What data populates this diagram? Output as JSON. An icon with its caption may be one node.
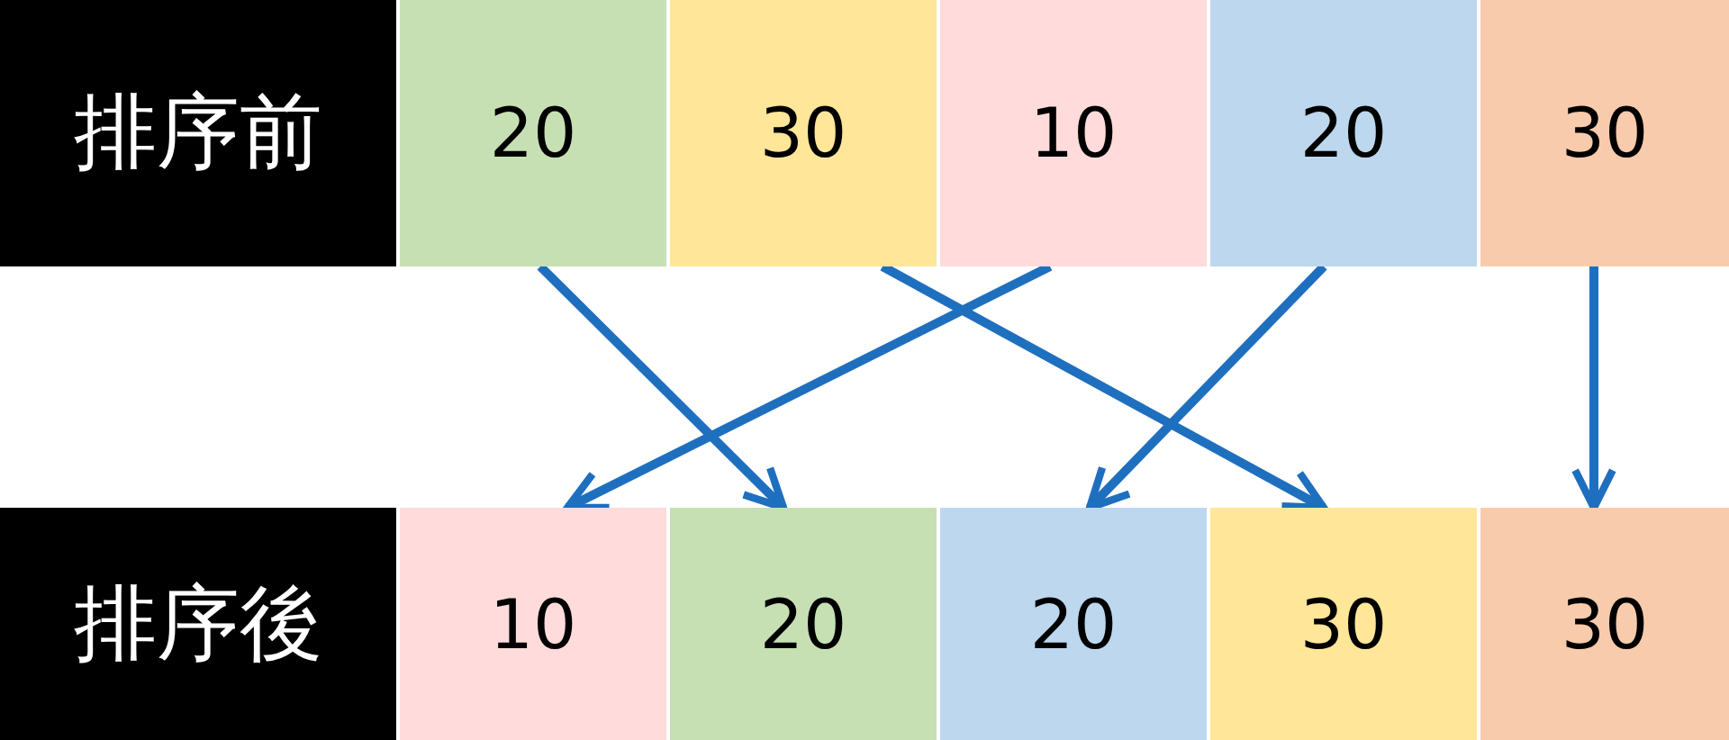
{
  "diagram": {
    "nodes": [
      {
        "text": [
          "排序前"
        ]
      },
      {
        "text": [
          "20"
        ]
      },
      {
        "text": [
          "30"
        ]
      },
      {
        "text": [
          "10"
        ]
      },
      {
        "text": [
          "20"
        ]
      },
      {
        "text": [
          "30"
        ]
      },
      {
        "text": [
          "排序後"
        ]
      },
      {
        "text": [
          "10"
        ]
      },
      {
        "text": [
          "20"
        ]
      },
      {
        "text": [
          "20"
        ]
      },
      {
        "text": [
          "30"
        ]
      },
      {
        "text": [
          "30"
        ]
      }
    ],
    "edges": [
      {
        "from": 1,
        "to": 8,
        "arrow": "to"
      },
      {
        "from": 2,
        "to": 10,
        "arrow": "to"
      },
      {
        "from": 3,
        "to": 7,
        "arrow": "to"
      },
      {
        "from": 4,
        "to": 9,
        "arrow": "to"
      },
      {
        "from": 5,
        "to": 11,
        "arrow": "to"
      }
    ]
  }
}
